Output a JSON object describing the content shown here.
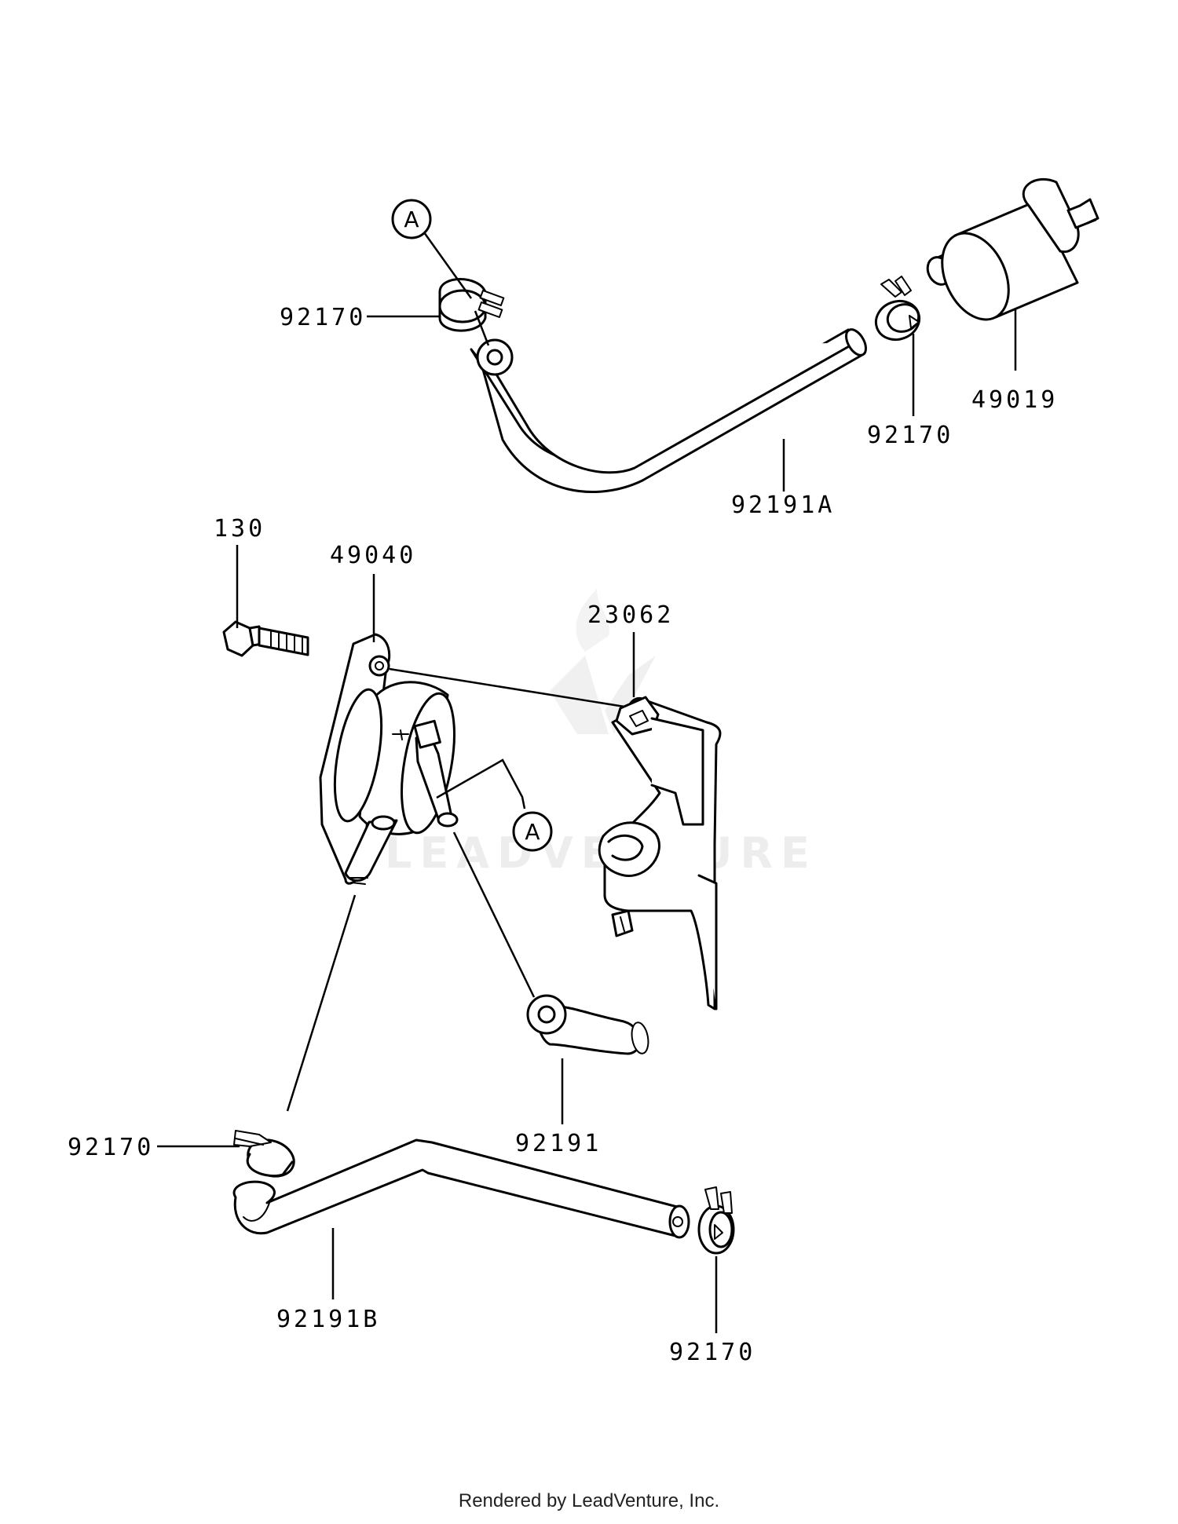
{
  "diagram": {
    "watermark": "LEADVENTURE",
    "reference_marker": "A",
    "callouts": {
      "clamp_top_left": "92170",
      "clamp_top_right": "92170",
      "fuel_filter": "49019",
      "hose_a": "92191A",
      "bolt": "130",
      "fuel_pump": "49040",
      "bracket": "23062",
      "hose_short": "92191",
      "clamp_bottom_left": "92170",
      "hose_b": "92191B",
      "clamp_bottom_right": "92170"
    }
  },
  "footer": {
    "text": "Rendered by LeadVenture, Inc."
  }
}
